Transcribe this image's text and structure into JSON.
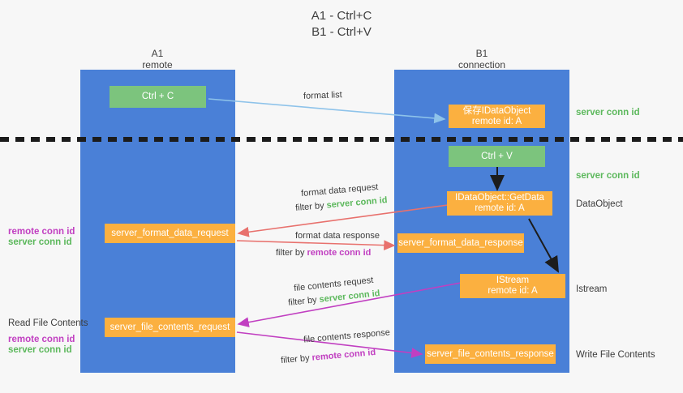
{
  "title": {
    "line1": "A1 - Ctrl+C",
    "line2": "B1 - Ctrl+V"
  },
  "lanes": [
    {
      "name": "A1",
      "sub": "remote"
    },
    {
      "name": "B1",
      "sub": "connection"
    }
  ],
  "boxes": {
    "ctrl_c": {
      "l1": "Ctrl + C",
      "l2": ""
    },
    "save_idataobject": {
      "l1": "保存IDataObject",
      "l2": "remote id: A"
    },
    "ctrl_v": {
      "l1": "Ctrl + V",
      "l2": ""
    },
    "getdata": {
      "l1": "IDataObject::GetData",
      "l2": "remote id: A"
    },
    "istream": {
      "l1": "IStream",
      "l2": "remote id: A"
    },
    "server_format_data_request": {
      "l1": "server_format_data_request",
      "l2": ""
    },
    "server_format_data_response": {
      "l1": "server_format_data_response",
      "l2": ""
    },
    "server_file_contents_request": {
      "l1": "server_file_contents_request",
      "l2": ""
    },
    "server_file_contents_response": {
      "l1": "server_file_contents_response",
      "l2": ""
    }
  },
  "edge_labels": {
    "format_list": "format list",
    "format_data_request": "format data request",
    "format_data_request_filter_prefix": "filter by ",
    "format_data_request_filter_key": "server conn id",
    "format_data_response": "format data response",
    "format_data_response_filter_prefix": "filter by ",
    "format_data_response_filter_key": "remote conn id",
    "file_contents_request": "file contents request",
    "file_contents_request_filter_prefix": "filter by ",
    "file_contents_request_filter_key": "server conn id",
    "file_contents_response": "file contents response",
    "file_contents_response_filter_prefix": "filter by ",
    "file_contents_response_filter_key": "remote conn id"
  },
  "right_annotations": {
    "server_conn_id_top": "server conn id",
    "server_conn_id_mid": "server conn id",
    "dataobject": "DataObject",
    "istream": "Istream",
    "write_file_contents": "Write File Contents"
  },
  "left_annotations": {
    "remote_conn_id_1": "remote conn id",
    "server_conn_id_1": "server conn id",
    "read_file_contents": "Read File Contents",
    "remote_conn_id_2": "remote conn id",
    "server_conn_id_2": "server conn id"
  },
  "colors": {
    "lane_blue": "#4a80d7",
    "box_green": "#7cc47d",
    "box_orange": "#fbb040",
    "accent_green_text": "#5cb85c",
    "accent_purple_text": "#c13fc1",
    "arrow_light_blue": "#8ec3ea",
    "arrow_red": "#e8716d",
    "arrow_magenta": "#c13fc1",
    "arrow_black": "#1c1c1c",
    "background": "#f7f7f7"
  }
}
